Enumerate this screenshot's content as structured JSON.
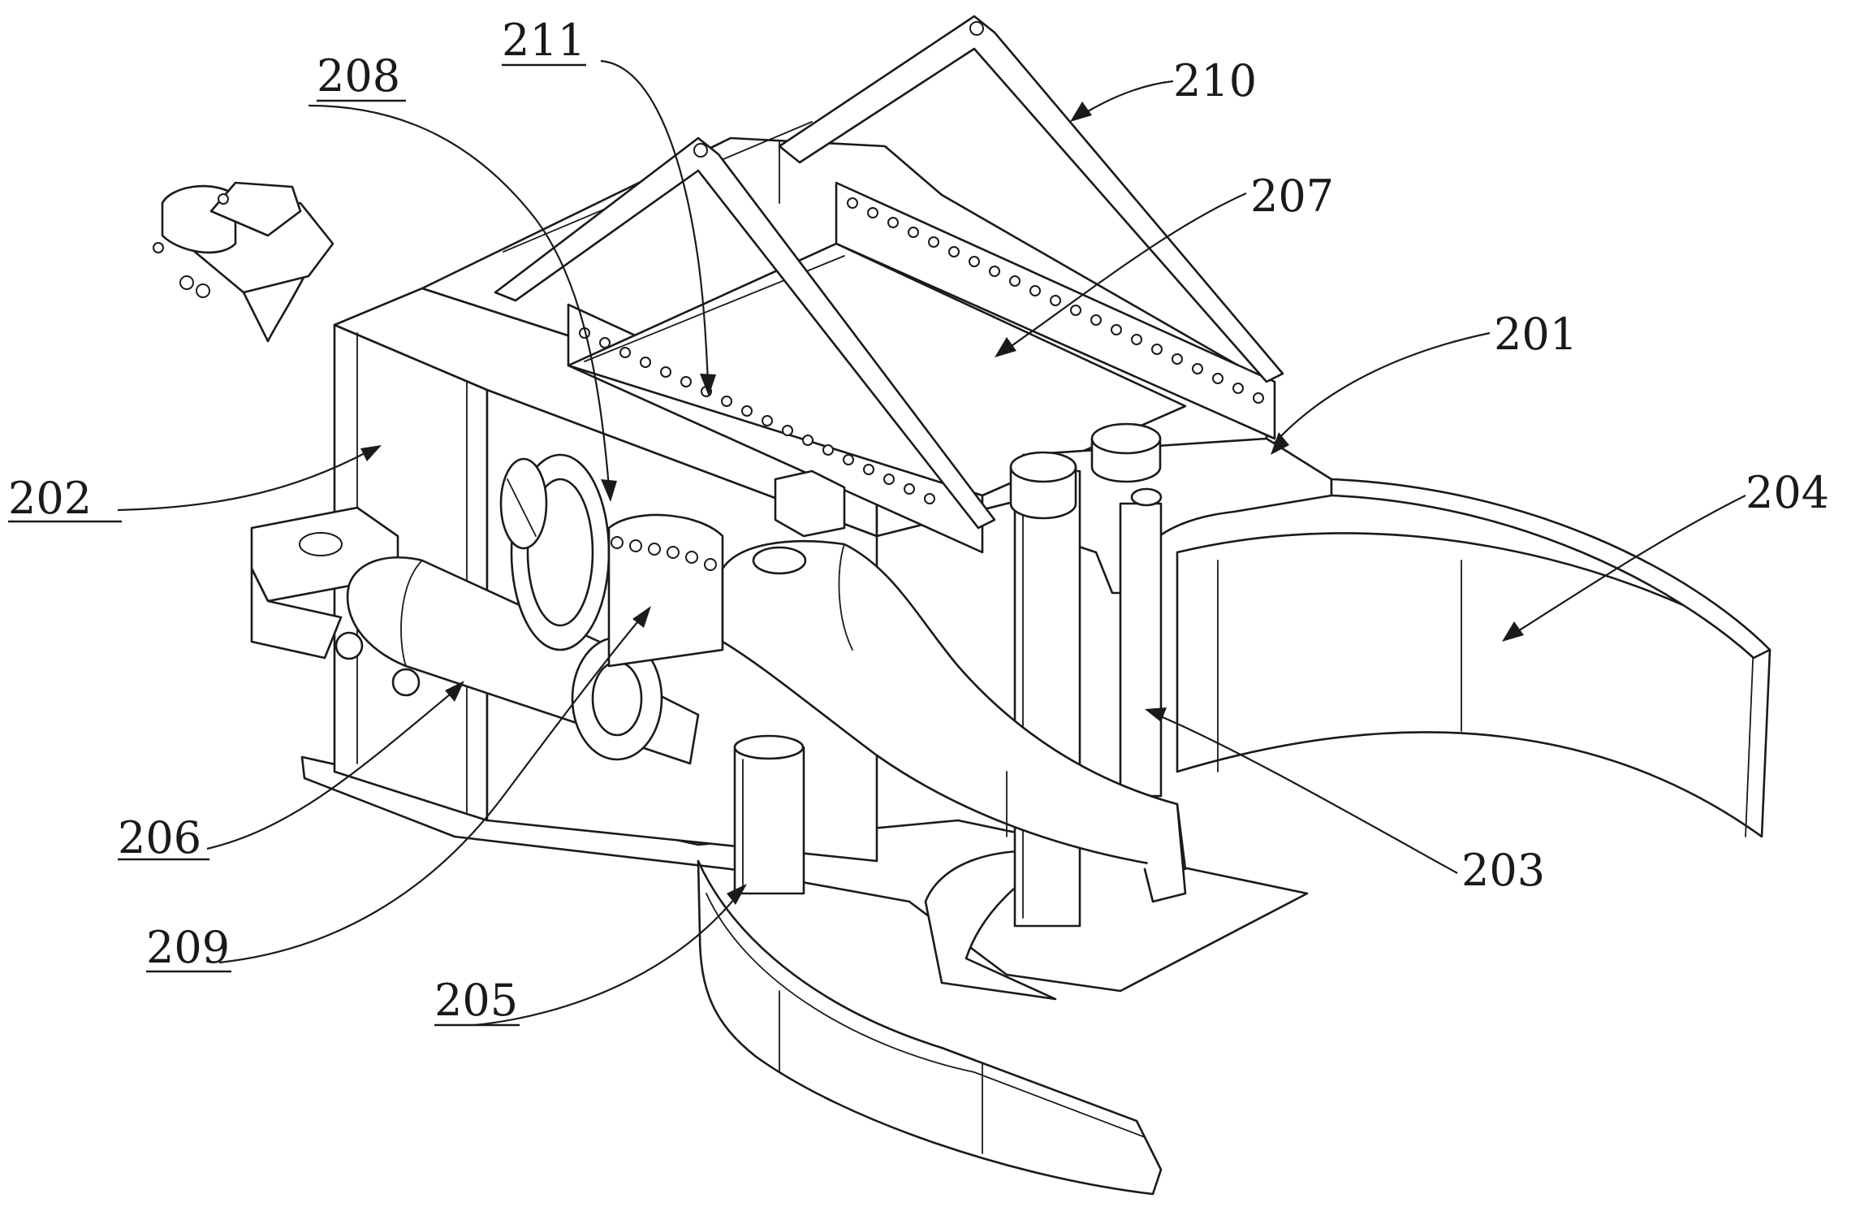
{
  "callouts": {
    "l201": "201",
    "l202": "202",
    "l203": "203",
    "l204": "204",
    "l205": "205",
    "l206": "206",
    "l207": "207",
    "l208": "208",
    "l209": "209",
    "l210": "210",
    "l211": "211"
  },
  "colors": {
    "line": "#1a1a1a",
    "background": "#ffffff"
  }
}
